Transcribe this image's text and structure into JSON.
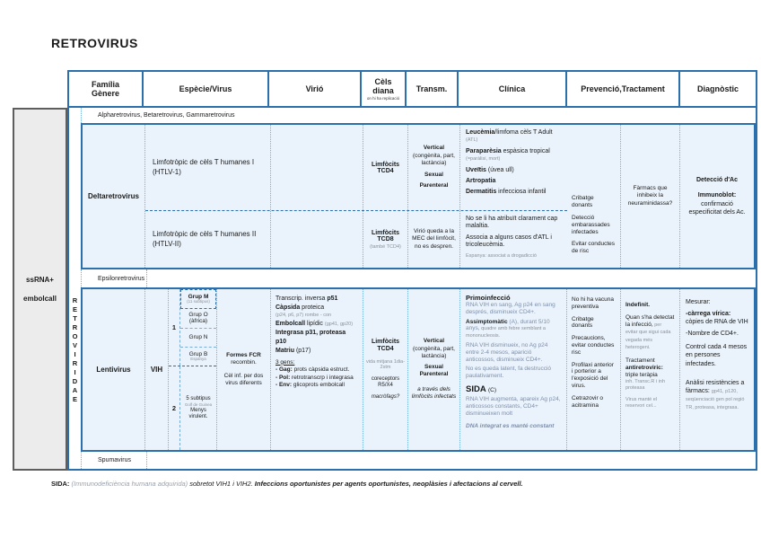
{
  "title": "RETROVIRUS",
  "colors": {
    "accent": "#2c6fad",
    "block_bg": "#eaf3fb",
    "dotted_border": "#7aadd8",
    "muted_text": "#7d8fae"
  },
  "header": {
    "familia_l1": "Família",
    "familia_l2": "Gènere",
    "especie": "Espècie/Virus",
    "virio": "Virió",
    "cels_l1": "Cèls",
    "cels_l2": "diana",
    "cels_sub": "on hi ha replicació",
    "transm": "Transm.",
    "clinica": "Clínica",
    "prevencio": "Prevenció,Tractament",
    "diagnostic": "Diagnòstic"
  },
  "left_panel": {
    "line1": "ssRNA+",
    "line2": "embolcall",
    "family_vertical": "RETROVIRIDAE"
  },
  "thin_rows": {
    "alpha": "Alpharetrovirus, Betaretrovirus, Gammaretrovirus",
    "epsilon": "Epsilonretrovirus",
    "spuma": "Spumavirus"
  },
  "delta": {
    "genus": "Deltaretrovirus",
    "htlv1": {
      "species": "Limfotròpic de cèls T humanes I (HTLV-1)",
      "cels": "Limfòcits TCD4",
      "transm": {
        "v": "Vertical",
        "vs": "(congènita, part, lactància)",
        "s": "Sexual",
        "p": "Parenteral"
      },
      "clinica": [
        {
          "b": "Leucèmia",
          "r": "/limfoma cèls T Adult ",
          "s": "(ATL)"
        },
        {
          "b": "Paraparèsia",
          "r": " espàsica tropical ",
          "s": "(=paràlisi, mort)"
        },
        {
          "b": "Uveïtis",
          "r": " (úvea ull)",
          "s": ""
        },
        {
          "b": "Artropatia",
          "r": "",
          "s": ""
        },
        {
          "b": "Dermatitis",
          "r": " infecciosa infantil",
          "s": ""
        }
      ]
    },
    "htlv2": {
      "species": "Limfotròpic de cèls T humanes II (HTLV-II)",
      "cels_b": "Limfòcits TCD8",
      "cels_s": "(també TCD4)",
      "transm": "Virió queda a la MEC del limfòcit, no es despren.",
      "clinica": [
        "No se li ha atribuït clarament cap malaltia.",
        "Associa a alguns casos d'ATL i tricoleucèmia.",
        "Espanya: associat a drogadicció"
      ]
    },
    "prevencio_left": [
      "Cribatge donants",
      "Detecció embarassades infectades",
      "Evitar conductes de risc"
    ],
    "prevencio_right": "Fàrmacs que inhibeix la neuraminidassa?",
    "diagnostic": {
      "l1": "Detecció d'Ac",
      "l2b": "Immunoblot:",
      "l2r": "confirmació especificitat dels Ac."
    }
  },
  "lenti": {
    "genus": "Lentivirus",
    "vih": "VIH",
    "n1": "1",
    "n2": "2",
    "groups": {
      "m": "Grup M",
      "m_s": "(11 subtipus)",
      "o": "Grup O",
      "o_s": "(àfrica)",
      "n": "Grup N",
      "b": "Grup B",
      "b_s": "Espanya"
    },
    "type2": {
      "l1": "5 subtipus",
      "s": "Golf de Guinea",
      "l2": "Menys virulent."
    },
    "fcr": {
      "b": "Formes FCR",
      "r1": "recombin.",
      "r2": "Cèl inf. per dos virus diferents"
    },
    "virio": {
      "l1a": "Transcrip. inversa ",
      "l1b": "p51",
      "l2a": "Càpsida",
      "l2b": " proteica",
      "l2s": "(p24, p6, p7) rombe - con",
      "l3a": "Embolcall",
      "l3b": " lipídic ",
      "l3s": "(gp41, gp20)",
      "l4": "Integrasa p31, proteasa p10",
      "l5a": "Matriu",
      "l5b": " (p17)",
      "genes_title": "3 gens:",
      "g1a": "- Gag:",
      "g1b": " prots càpsida estruct.",
      "g2a": "- Pol:",
      "g2b": " retrotranscrp i integrasa",
      "g3a": "- Env:",
      "g3b": " glicoprots embolcall"
    },
    "cels": {
      "b": "Limfòcits TCD4",
      "s": "vida mitjana 1dia-2stm",
      "r": "coreceptors R5/X4",
      "it": "macròfags?"
    },
    "transm": {
      "v": "Vertical",
      "vs": "(congènita, part, lactància)",
      "s": "Sexual",
      "p": "Parenteral",
      "it": "a través dels limfòcits infectats"
    },
    "clinica": {
      "t1": "Primoinfecció",
      "d1": "RNA VIH en sang, Ag p24 en sang després, disminueix CD4+.",
      "t2": "Assimptomàtic ",
      "t2r": "(A), durant 5/10 anys,",
      "t2s": " quadre amb febre semblant a mononucleosis.",
      "d2": "RNA VIH disminueix, no Ag p24 entre 2-4 mesos, aparició anticossos, disminueix CD4+.",
      "d3": "No es queda latent, fa destrucció paulativament.",
      "t3": "SIDA ",
      "t3r": "(C)",
      "d4": "RNA VIH augmenta, apareix Ag p24, anticossos constants, CD4+ disminueixen molt",
      "d5": "DNA integrat es manté constant"
    },
    "prevencio_left": [
      "No hi ha vacuna preventiva",
      "Cribatge donants",
      "Precaucions, evitar conductes risc",
      "Profilaxi anterior i porterior a l'exposició del virus.",
      "Cetrazovir o acitramina"
    ],
    "prevencio_right": {
      "t1": "Indefinit.",
      "d1": "Quan s'ha detectat la infecció,",
      "d1s": " per evitar que sigui cada vegada més heterogeni.",
      "t2a": "Tractament ",
      "t2b": "antiretroviric:",
      "t2c": "triple teràpia",
      "s1": "inh. Transc.R i inh proteasa",
      "s2": "Virus manté el reservori cel..."
    },
    "diagnostic": {
      "l1": "Mesurar:",
      "l2b": "-càrrega vírica:",
      "l2r": " còpies de RNA de VIH",
      "l3": "-Nombre de CD4+.",
      "l4": "Control cada 4 mesos en persones infectades.",
      "l5": "Anàlisi resistències a fàrmacs: ",
      "l5s": "gp41, p120, seqüenciació gen pol regió TR, proteasa, integrasa."
    }
  },
  "footer": {
    "b": "SIDA: ",
    "g": "(Immunodeficiència humana adquirida) ",
    "i1": "sobretot VIH1 i VIH2. ",
    "i2": "Infeccions oportunistes per agents oportunistes, neoplàsies i afectacions al cervell."
  }
}
